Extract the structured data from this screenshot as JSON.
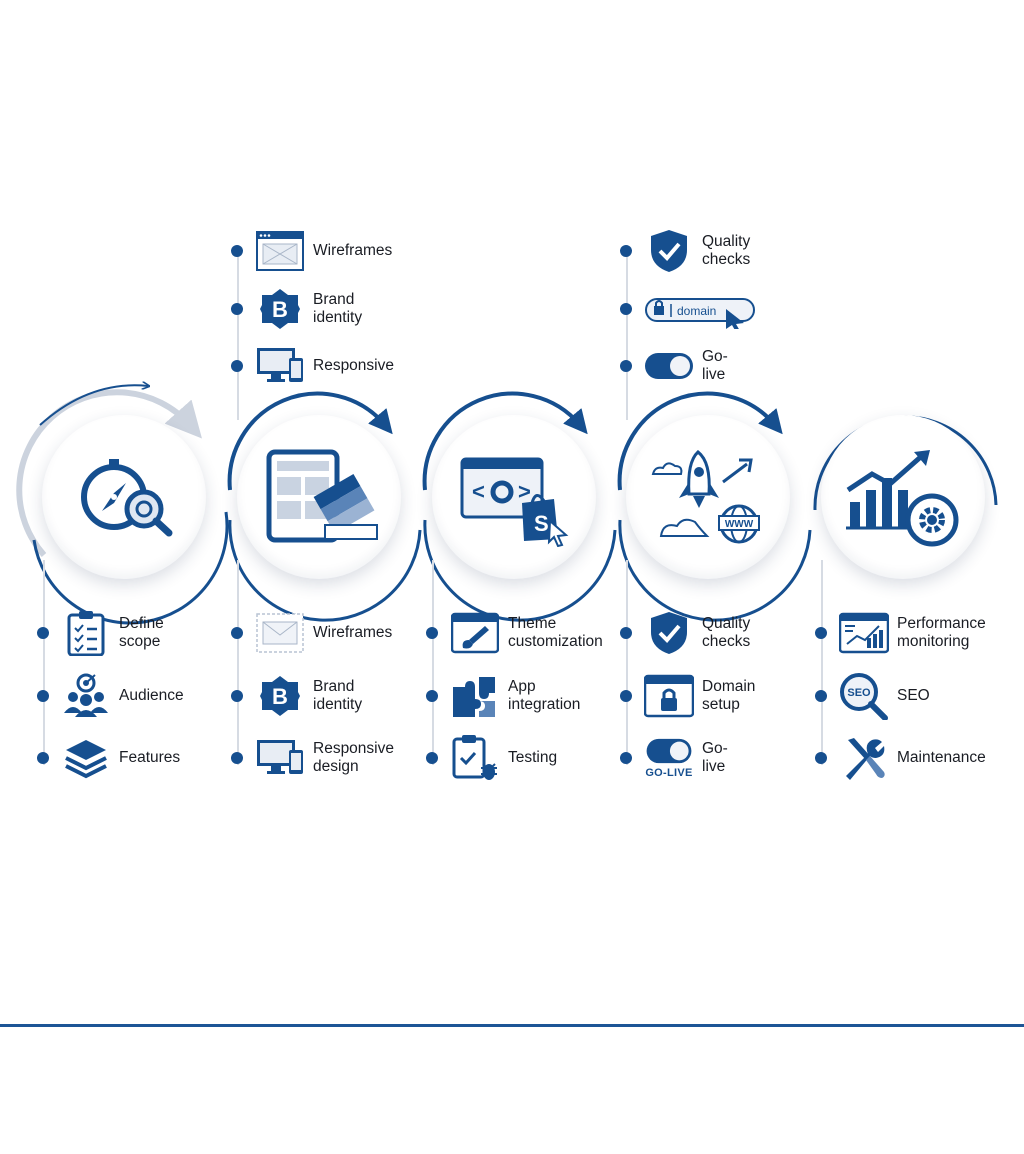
{
  "colors": {
    "primary": "#164f8f",
    "accent": "#1d5aa8",
    "ring_gray": "#ccd3de",
    "stem": "#d6dbe3",
    "text": "#1a1d24"
  },
  "stages": [
    {
      "icon": "compass-magnifier-icon"
    },
    {
      "icon": "tablet-color-palette-icon"
    },
    {
      "icon": "browser-code-shopping-bag-icon"
    },
    {
      "icon": "rocket-launch-www-icon"
    },
    {
      "icon": "growth-chart-gear-icon"
    }
  ],
  "top_groups": [
    {
      "items": [
        {
          "label": "Wireframes",
          "icon": "wireframe-icon"
        },
        {
          "label": "Brand\nidentity",
          "icon": "brand-b-icon"
        },
        {
          "label": "Responsive",
          "icon": "devices-icon"
        }
      ]
    },
    {
      "items": [
        {
          "label": "Quality\nchecks",
          "icon": "shield-check-icon"
        },
        {
          "label": "",
          "icon": "domain-url-bar-icon",
          "text": "domain"
        },
        {
          "label": "Go-live",
          "icon": "toggle-icon"
        }
      ]
    }
  ],
  "bottom_groups": [
    {
      "items": [
        {
          "label": "Define\nscope",
          "icon": "clipboard-checklist-icon"
        },
        {
          "label": "Audience",
          "icon": "audience-target-icon"
        },
        {
          "label": "Features",
          "icon": "layers-icon"
        }
      ]
    },
    {
      "items": [
        {
          "label": "Wireframes",
          "icon": "wireframe-icon"
        },
        {
          "label": "Brand\nidentity",
          "icon": "brand-b-icon"
        },
        {
          "label": "Responsive\ndesign",
          "icon": "devices-icon"
        }
      ]
    },
    {
      "items": [
        {
          "label": "Theme\ncustomization",
          "icon": "browser-brush-icon"
        },
        {
          "label": "App\nintegration",
          "icon": "puzzle-icon"
        },
        {
          "label": "Testing",
          "icon": "clipboard-bug-icon"
        }
      ]
    },
    {
      "items": [
        {
          "label": "Quality\nchecks",
          "icon": "shield-check-icon"
        },
        {
          "label": "Domain\nsetup",
          "icon": "browser-lock-icon"
        },
        {
          "label": "Go-live",
          "icon": "toggle-icon",
          "caption": "GO-LIVE"
        }
      ]
    },
    {
      "items": [
        {
          "label": "Performance\nmonitoring",
          "icon": "dashboard-chart-icon"
        },
        {
          "label": "SEO",
          "icon": "seo-magnifier-icon",
          "text": "SEO"
        },
        {
          "label": "Maintenance",
          "icon": "wrench-screwdriver-icon"
        }
      ]
    }
  ],
  "stage_icon_texts": {
    "www": "WWW"
  }
}
